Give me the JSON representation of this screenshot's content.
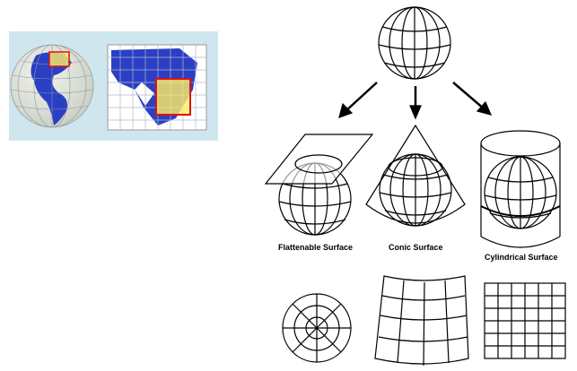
{
  "labels": {
    "flattenable": "Flattenable Surface",
    "conic": "Conic Surface",
    "cylindrical": "Cylindrical Surface"
  },
  "colors": {
    "panel_bg": "#cfe6ee",
    "ocean": "#2b3fc4",
    "land_map": "#ffffff",
    "highlight": "#ffee66",
    "highlight_border": "#e01010"
  }
}
